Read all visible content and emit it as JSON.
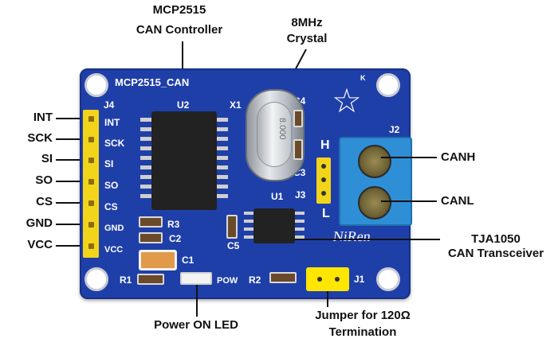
{
  "callouts": {
    "mcp_title": "MCP2515",
    "mcp_sub": "CAN Controller",
    "crystal_title": "8MHz",
    "crystal_sub": "Crystal",
    "canh": "CANH",
    "canl": "CANL",
    "tja_title": "TJA1050",
    "tja_sub": "CAN Transceiver",
    "power_led": "Power ON LED",
    "jumper_title": "Jumper for 120Ω",
    "jumper_sub": "Termination"
  },
  "pins": [
    "INT",
    "SCK",
    "SI",
    "SO",
    "CS",
    "GND",
    "VCC"
  ],
  "silkscreen": {
    "board_name": "MCP2515_CAN",
    "j4": "J4",
    "u2": "U2",
    "x1": "X1",
    "c4": "C4",
    "c3": "C3",
    "h": "H",
    "l": "L",
    "j3": "J3",
    "j2": "J2",
    "u1": "U1",
    "c5": "C5",
    "r3": "R3",
    "c2": "C2",
    "c1": "C1",
    "r1": "R1",
    "pow": "POW",
    "r2": "R2",
    "j1": "J1",
    "k": "K",
    "brand": "NiRen",
    "crystal_mark": "8.000"
  },
  "colors": {
    "pcb": "#1f3fa8",
    "header": "#f2d41b",
    "terminal": "#2e8fd6",
    "jumper": "#ffe600"
  }
}
